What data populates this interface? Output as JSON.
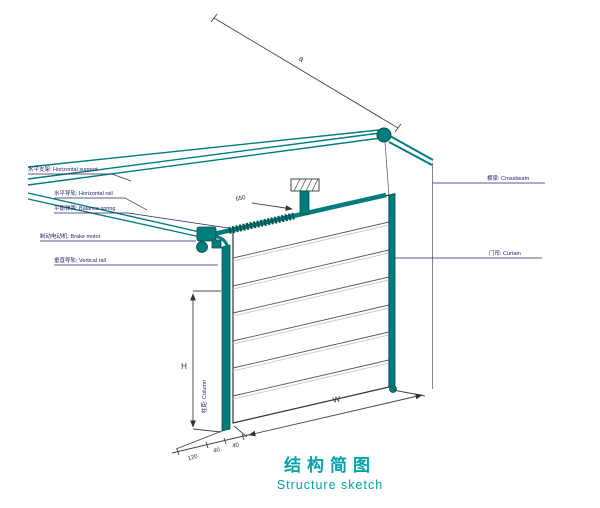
{
  "title": {
    "zh": "结构简图",
    "en": "Structure sketch"
  },
  "part_labels": {
    "horizontal_support": "水平支架: Horizontal support",
    "horizontal_rail": "水平导轨: Horizontal rail",
    "balance_spring": "平衡弹簧: Balance spring",
    "brake_motor": "制动电动机: Brake motor",
    "vertical_rail": "垂直导轨: Vertical rail",
    "crossbeam": "横梁: Crossbeam",
    "curtain": "门帘: Curtain",
    "column": "柱距: Column"
  },
  "dimensions": {
    "a": "a",
    "H": "H",
    "W": "W",
    "bracket_offset": "650",
    "bottom_segment_1": "120",
    "bottom_segment_2": "40",
    "bottom_segment_3": "40"
  },
  "colors": {
    "structure": "#007C7C",
    "structure_dark": "#00524F",
    "title_text": "#00A3AD",
    "part_label_text": "#23246B",
    "dimension_text": "#333333"
  }
}
